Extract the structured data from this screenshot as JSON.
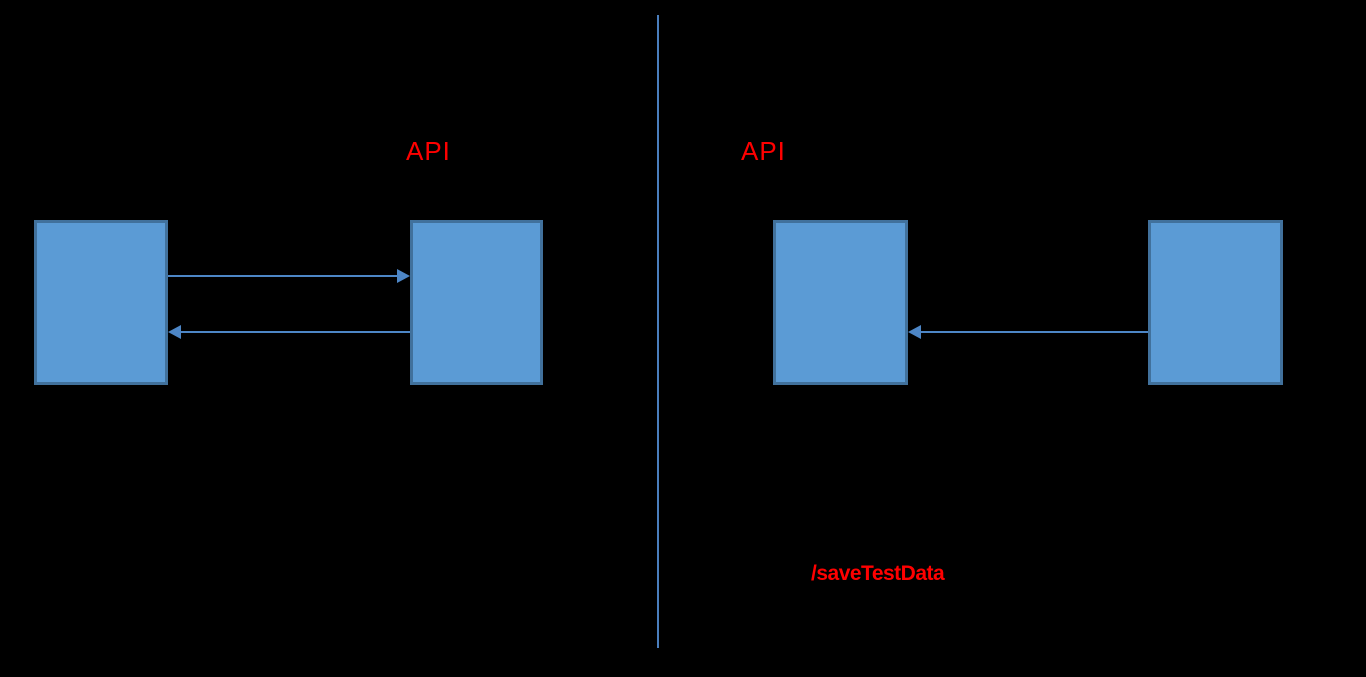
{
  "diagram": {
    "left_panel": {
      "api_label": "API",
      "boxes": [
        "caller-box",
        "api-box"
      ],
      "arrows": [
        {
          "name": "request-arrow",
          "direction": "right",
          "from": "caller-box",
          "to": "api-box"
        },
        {
          "name": "response-arrow",
          "direction": "left",
          "from": "api-box",
          "to": "caller-box"
        }
      ]
    },
    "right_panel": {
      "api_label": "API",
      "endpoint_label": "/saveTestData",
      "boxes": [
        "api-box",
        "caller-box"
      ],
      "arrows": [
        {
          "name": "call-arrow",
          "direction": "left",
          "from": "caller-box",
          "to": "api-box"
        }
      ]
    }
  },
  "colors": {
    "background": "#000000",
    "box_fill": "#5b9bd5",
    "box_border": "#41719c",
    "connector": "#4d86c6",
    "divider": "#4a7ebd",
    "label_red": "#ff0000"
  }
}
